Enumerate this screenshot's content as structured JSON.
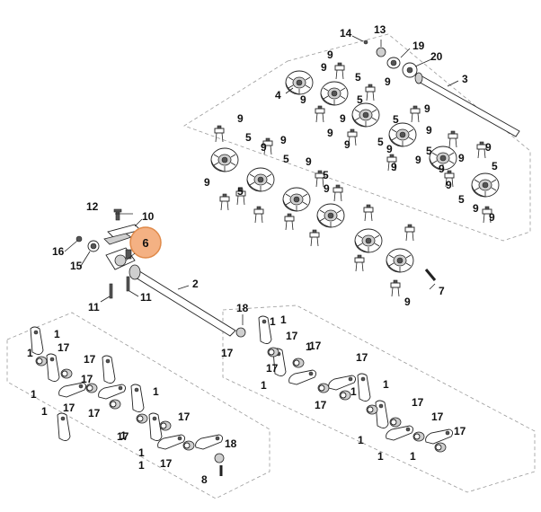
{
  "highlight": {
    "label": "6",
    "color": "#f4b183",
    "ring_color": "#e08a4a"
  },
  "colors": {
    "line": "#222222",
    "frame": "#9a9a9a",
    "shade": "#cfcfcf"
  },
  "labels": [
    {
      "id": "l1",
      "text": "14"
    },
    {
      "id": "l2",
      "text": "13"
    },
    {
      "id": "l3",
      "text": "19"
    },
    {
      "id": "l4",
      "text": "20"
    },
    {
      "id": "l5",
      "text": "3"
    },
    {
      "id": "l6",
      "text": "9"
    },
    {
      "id": "l7",
      "text": "5"
    },
    {
      "id": "l8",
      "text": "9"
    },
    {
      "id": "l9",
      "text": "4"
    },
    {
      "id": "l10",
      "text": "9"
    },
    {
      "id": "l11",
      "text": "5"
    },
    {
      "id": "l12",
      "text": "9"
    },
    {
      "id": "l13",
      "text": "9"
    },
    {
      "id": "l14",
      "text": "9"
    },
    {
      "id": "l15",
      "text": "5"
    },
    {
      "id": "l16",
      "text": "9"
    },
    {
      "id": "l17",
      "text": "9"
    },
    {
      "id": "l18",
      "text": "5"
    },
    {
      "id": "l19",
      "text": "9"
    },
    {
      "id": "l20",
      "text": "9"
    },
    {
      "id": "l21",
      "text": "9"
    },
    {
      "id": "l22",
      "text": "5"
    },
    {
      "id": "l23",
      "text": "9"
    },
    {
      "id": "l24",
      "text": "9"
    },
    {
      "id": "l25",
      "text": "5"
    },
    {
      "id": "l26",
      "text": "9"
    },
    {
      "id": "l27",
      "text": "9"
    },
    {
      "id": "l28",
      "text": "9"
    },
    {
      "id": "l29",
      "text": "5"
    },
    {
      "id": "l30",
      "text": "9"
    },
    {
      "id": "l31",
      "text": "5"
    },
    {
      "id": "l32",
      "text": "9"
    },
    {
      "id": "l33",
      "text": "9"
    },
    {
      "id": "l34",
      "text": "5"
    },
    {
      "id": "l35",
      "text": "9"
    },
    {
      "id": "l36",
      "text": "5"
    },
    {
      "id": "l37",
      "text": "9"
    },
    {
      "id": "l38",
      "text": "9"
    },
    {
      "id": "l39",
      "text": "12"
    },
    {
      "id": "l40",
      "text": "10"
    },
    {
      "id": "l41",
      "text": "16"
    },
    {
      "id": "l42",
      "text": "15"
    },
    {
      "id": "l43",
      "text": "2"
    },
    {
      "id": "l44",
      "text": "11"
    },
    {
      "id": "l45",
      "text": "11"
    },
    {
      "id": "l46",
      "text": "5"
    },
    {
      "id": "l47",
      "text": "9"
    },
    {
      "id": "l48",
      "text": "9"
    },
    {
      "id": "l49",
      "text": "7"
    },
    {
      "id": "l50",
      "text": "9"
    },
    {
      "id": "l51",
      "text": "18"
    },
    {
      "id": "l52",
      "text": "1"
    },
    {
      "id": "l53",
      "text": "17"
    },
    {
      "id": "l54",
      "text": "1"
    },
    {
      "id": "l55",
      "text": "17"
    },
    {
      "id": "l56",
      "text": "1"
    },
    {
      "id": "l57",
      "text": "17"
    },
    {
      "id": "l58",
      "text": "1"
    },
    {
      "id": "l59",
      "text": "17"
    },
    {
      "id": "l60",
      "text": "1"
    },
    {
      "id": "l61",
      "text": "1"
    },
    {
      "id": "l62",
      "text": "17"
    },
    {
      "id": "l63",
      "text": "1"
    },
    {
      "id": "l64",
      "text": "17"
    },
    {
      "id": "l65",
      "text": "17"
    },
    {
      "id": "l66",
      "text": "1"
    },
    {
      "id": "l67",
      "text": "17"
    },
    {
      "id": "l68",
      "text": "1"
    },
    {
      "id": "l69",
      "text": "17"
    },
    {
      "id": "l70",
      "text": "18"
    },
    {
      "id": "l71",
      "text": "1"
    },
    {
      "id": "l72",
      "text": "8"
    },
    {
      "id": "l73",
      "text": "17"
    },
    {
      "id": "l74",
      "text": "1"
    },
    {
      "id": "l75",
      "text": "17"
    },
    {
      "id": "l76",
      "text": "1"
    },
    {
      "id": "l77",
      "text": "17"
    },
    {
      "id": "l78",
      "text": "17"
    },
    {
      "id": "l79",
      "text": "1"
    },
    {
      "id": "l80",
      "text": "17"
    },
    {
      "id": "l81",
      "text": "1"
    },
    {
      "id": "l82",
      "text": "17"
    },
    {
      "id": "l83",
      "text": "1"
    },
    {
      "id": "l84",
      "text": "17"
    },
    {
      "id": "l85",
      "text": "1"
    },
    {
      "id": "l86",
      "text": "17"
    },
    {
      "id": "l87",
      "text": "1"
    }
  ]
}
